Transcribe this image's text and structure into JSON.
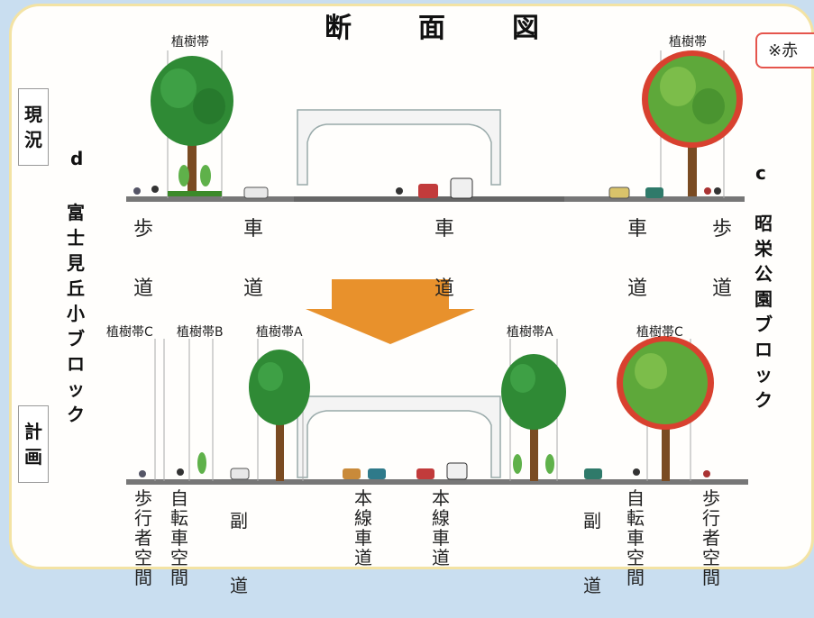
{
  "title": "断　面　図",
  "note": "※赤",
  "current_label": "現況",
  "plan_label": "計画",
  "side_left_letter": "d",
  "side_left_block": "富士見丘小ブロック",
  "side_right_letter": "c",
  "side_right_block": "昭栄公園ブロック",
  "current": {
    "greenbelt_left": "植樹帯",
    "greenbelt_right": "植樹帯",
    "road_top": [
      "歩",
      "車",
      "車",
      "車",
      "歩"
    ],
    "road_bottom": [
      "道",
      "道",
      "道",
      "道",
      "道"
    ]
  },
  "plan": {
    "zones": [
      "植樹帯C",
      "植樹帯B",
      "植樹帯A",
      "植樹帯A",
      "植樹帯C"
    ],
    "lanes": [
      "歩行者空間",
      "自転車空間",
      "副道",
      "本線車道",
      "本線車道",
      "副道",
      "自転車空間",
      "歩行者空間"
    ]
  },
  "colors": {
    "tree_green": "#2f8a35",
    "tree_highlight_red": "#d8412f",
    "arrow_orange": "#e8912c",
    "background": "#c9def0",
    "card_border": "#f3e3a4"
  }
}
